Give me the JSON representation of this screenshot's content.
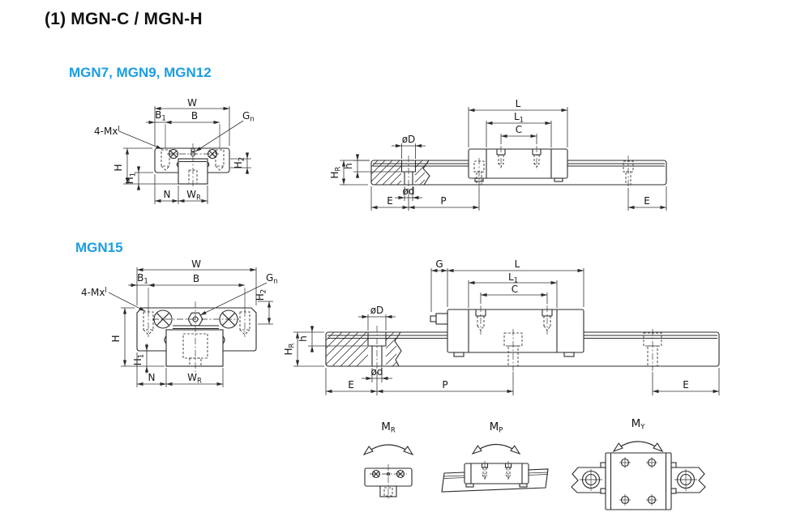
{
  "page": {
    "title": "(1) MGN-C / MGN-H"
  },
  "sections": {
    "small": {
      "heading": "MGN7, MGN9, MGN12"
    },
    "large": {
      "heading": "MGN15"
    }
  },
  "colors": {
    "accent_blue": "#1b9de2",
    "line_dark": "#2a2a2a"
  },
  "labels": {
    "W": {
      "text": "W",
      "sub": ""
    },
    "B": {
      "text": "B",
      "sub": ""
    },
    "B1": {
      "text": "B",
      "sub": "1"
    },
    "Gn": {
      "text": "G",
      "sub": "n"
    },
    "mount_thread": {
      "text": "4-Mx",
      "sup": "l"
    },
    "H": {
      "text": "H",
      "sub": ""
    },
    "H1": {
      "text": "H",
      "sub": "1"
    },
    "H2": {
      "text": "H",
      "sub": "2"
    },
    "N": {
      "text": "N",
      "sub": ""
    },
    "WR": {
      "text": "W",
      "sub": "R"
    },
    "L": {
      "text": "L",
      "sub": ""
    },
    "L1": {
      "text": "L",
      "sub": "1"
    },
    "C": {
      "text": "C",
      "sub": ""
    },
    "phiD": {
      "text": "øD",
      "sub": ""
    },
    "phid": {
      "text": "ød",
      "sub": ""
    },
    "h": {
      "text": "h",
      "sub": ""
    },
    "HR": {
      "text": "H",
      "sub": "R"
    },
    "E": {
      "text": "E",
      "sub": ""
    },
    "P": {
      "text": "P",
      "sub": ""
    },
    "G": {
      "text": "G",
      "sub": ""
    }
  },
  "moments": {
    "MR": {
      "text": "M",
      "sub": "R"
    },
    "MP": {
      "text": "M",
      "sub": "P"
    },
    "MY": {
      "text": "M",
      "sub": "Y"
    }
  }
}
